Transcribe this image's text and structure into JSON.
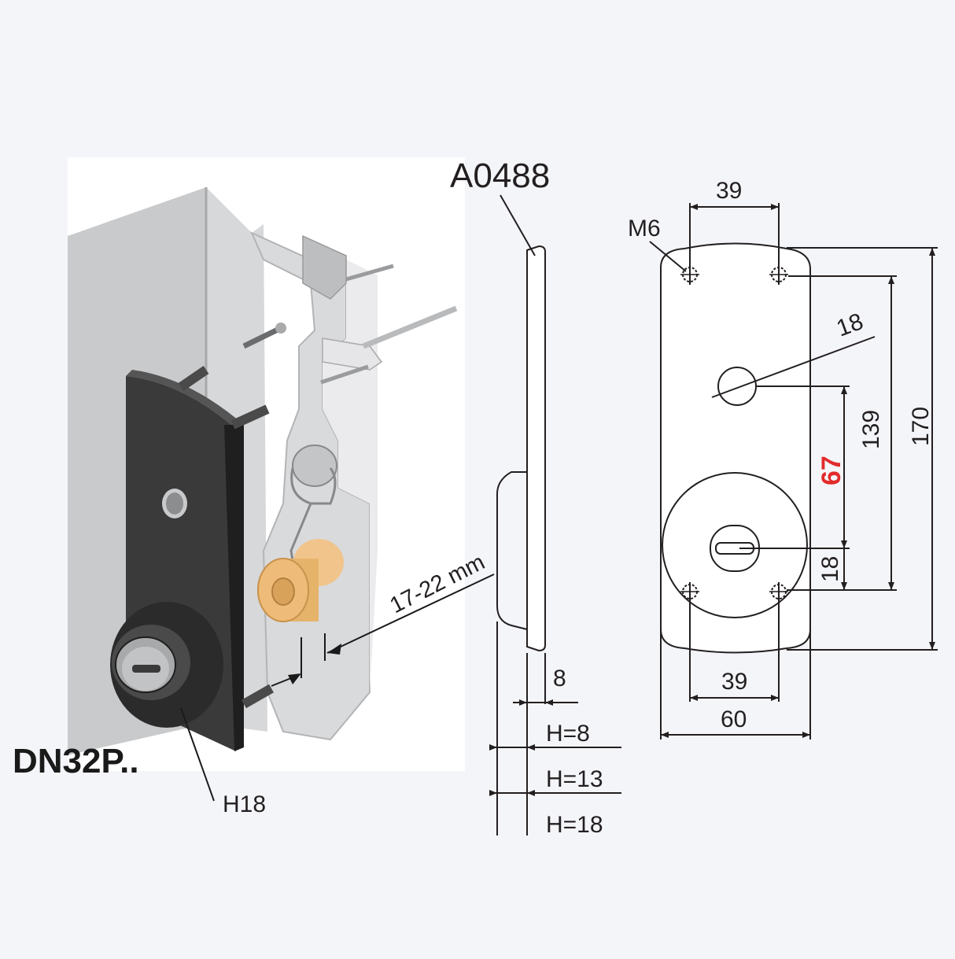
{
  "product_code": "DN32P..",
  "part_number": "A0488",
  "labels": {
    "h18": "H18",
    "range": "17-22 mm",
    "thread": "M6"
  },
  "side_view": {
    "thickness": "8",
    "heights": [
      "H=8",
      "H=13",
      "H=18"
    ]
  },
  "front_view": {
    "top_hole_spacing": "39",
    "bottom_hole_spacing": "39",
    "width": "60",
    "hole_diameter": "18",
    "total_height": "170",
    "hole_spacing_vertical": "139",
    "center_distance": "67",
    "cylinder_offset": "18"
  },
  "colors": {
    "background": "#f4f5f9",
    "highlight": "#e32a2a",
    "plate_dark": "#2b2b2b",
    "cylinder_brass": "#e6b36b",
    "door_panel": "#c7c8ca"
  }
}
